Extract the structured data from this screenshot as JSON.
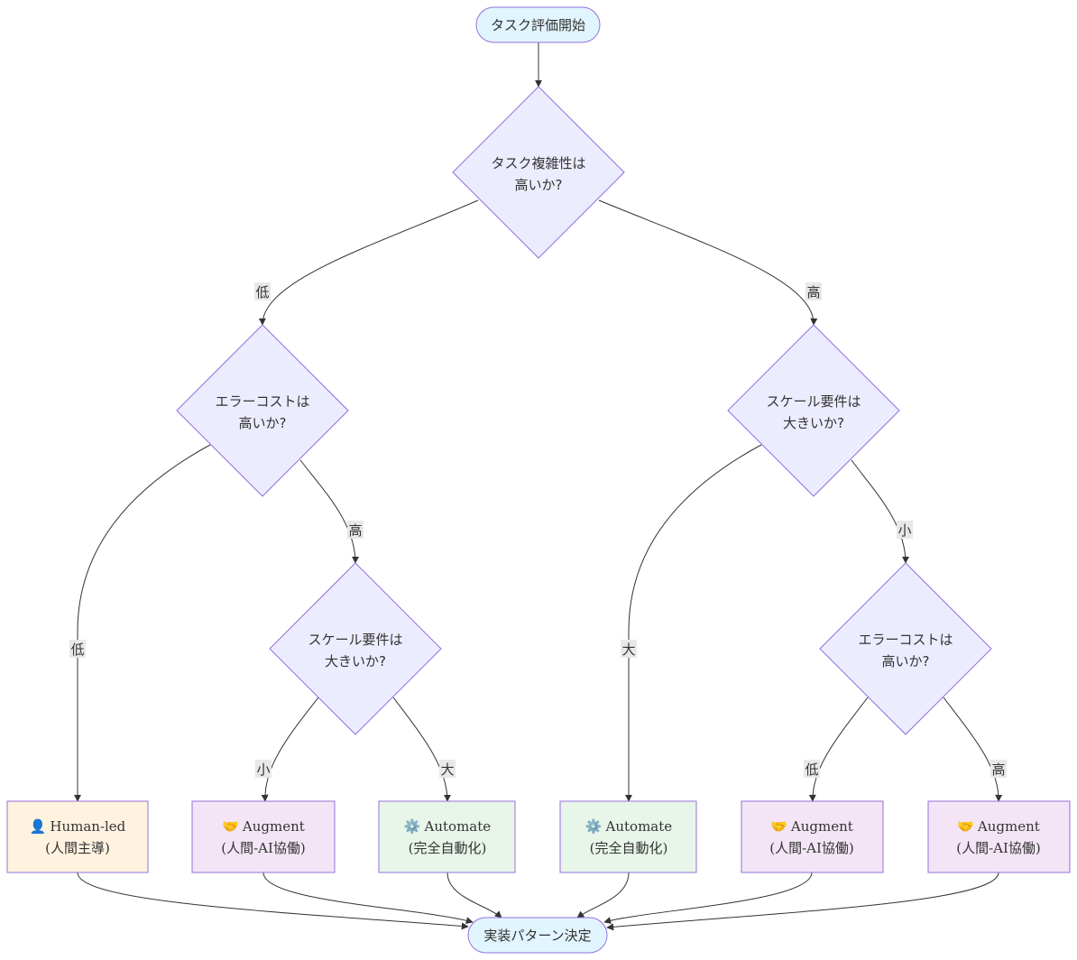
{
  "diagram": {
    "colors": {
      "decision_fill": "#ececff",
      "decision_stroke": "#9370db",
      "terminal_fill": "#e1f5fe",
      "terminal_stroke": "#9370db",
      "human_fill": "#fff3e0",
      "augment_fill": "#f3e5f5",
      "automate_fill": "#e8f5e9",
      "edge": "#333333",
      "label_bg": "#e8e8e8"
    },
    "start": {
      "label": "タスク評価開始"
    },
    "end": {
      "label": "実装パターン決定"
    },
    "decisions": {
      "complexity": {
        "line1": "タスク複雑性は",
        "line2": "高いか?"
      },
      "error_cost_left": {
        "line1": "エラーコストは",
        "line2": "高いか?"
      },
      "scale_right": {
        "line1": "スケール要件は",
        "line2": "大きいか?"
      },
      "scale_left": {
        "line1": "スケール要件は",
        "line2": "大きいか?"
      },
      "error_cost_right": {
        "line1": "エラーコストは",
        "line2": "高いか?"
      }
    },
    "outcomes": [
      {
        "icon": "person-icon",
        "glyph": "👤",
        "title": "Human-led",
        "subtitle": "(人間主導)"
      },
      {
        "icon": "handshake-icon",
        "glyph": "🤝",
        "title": "Augment",
        "subtitle": "(人間-AI協働)"
      },
      {
        "icon": "gear-icon",
        "glyph": "⚙️",
        "title": "Automate",
        "subtitle": "(完全自動化)"
      },
      {
        "icon": "gear-icon",
        "glyph": "⚙️",
        "title": "Automate",
        "subtitle": "(完全自動化)"
      },
      {
        "icon": "handshake-icon",
        "glyph": "🤝",
        "title": "Augment",
        "subtitle": "(人間-AI協働)"
      },
      {
        "icon": "handshake-icon",
        "glyph": "🤝",
        "title": "Augment",
        "subtitle": "(人間-AI協働)"
      }
    ],
    "edge_labels": {
      "complexity_low": "低",
      "complexity_high": "高",
      "error_left_low": "低",
      "error_left_high": "高",
      "scale_right_large": "大",
      "scale_right_small": "小",
      "scale_left_small": "小",
      "scale_left_large": "大",
      "error_right_low": "低",
      "error_right_high": "高"
    }
  }
}
